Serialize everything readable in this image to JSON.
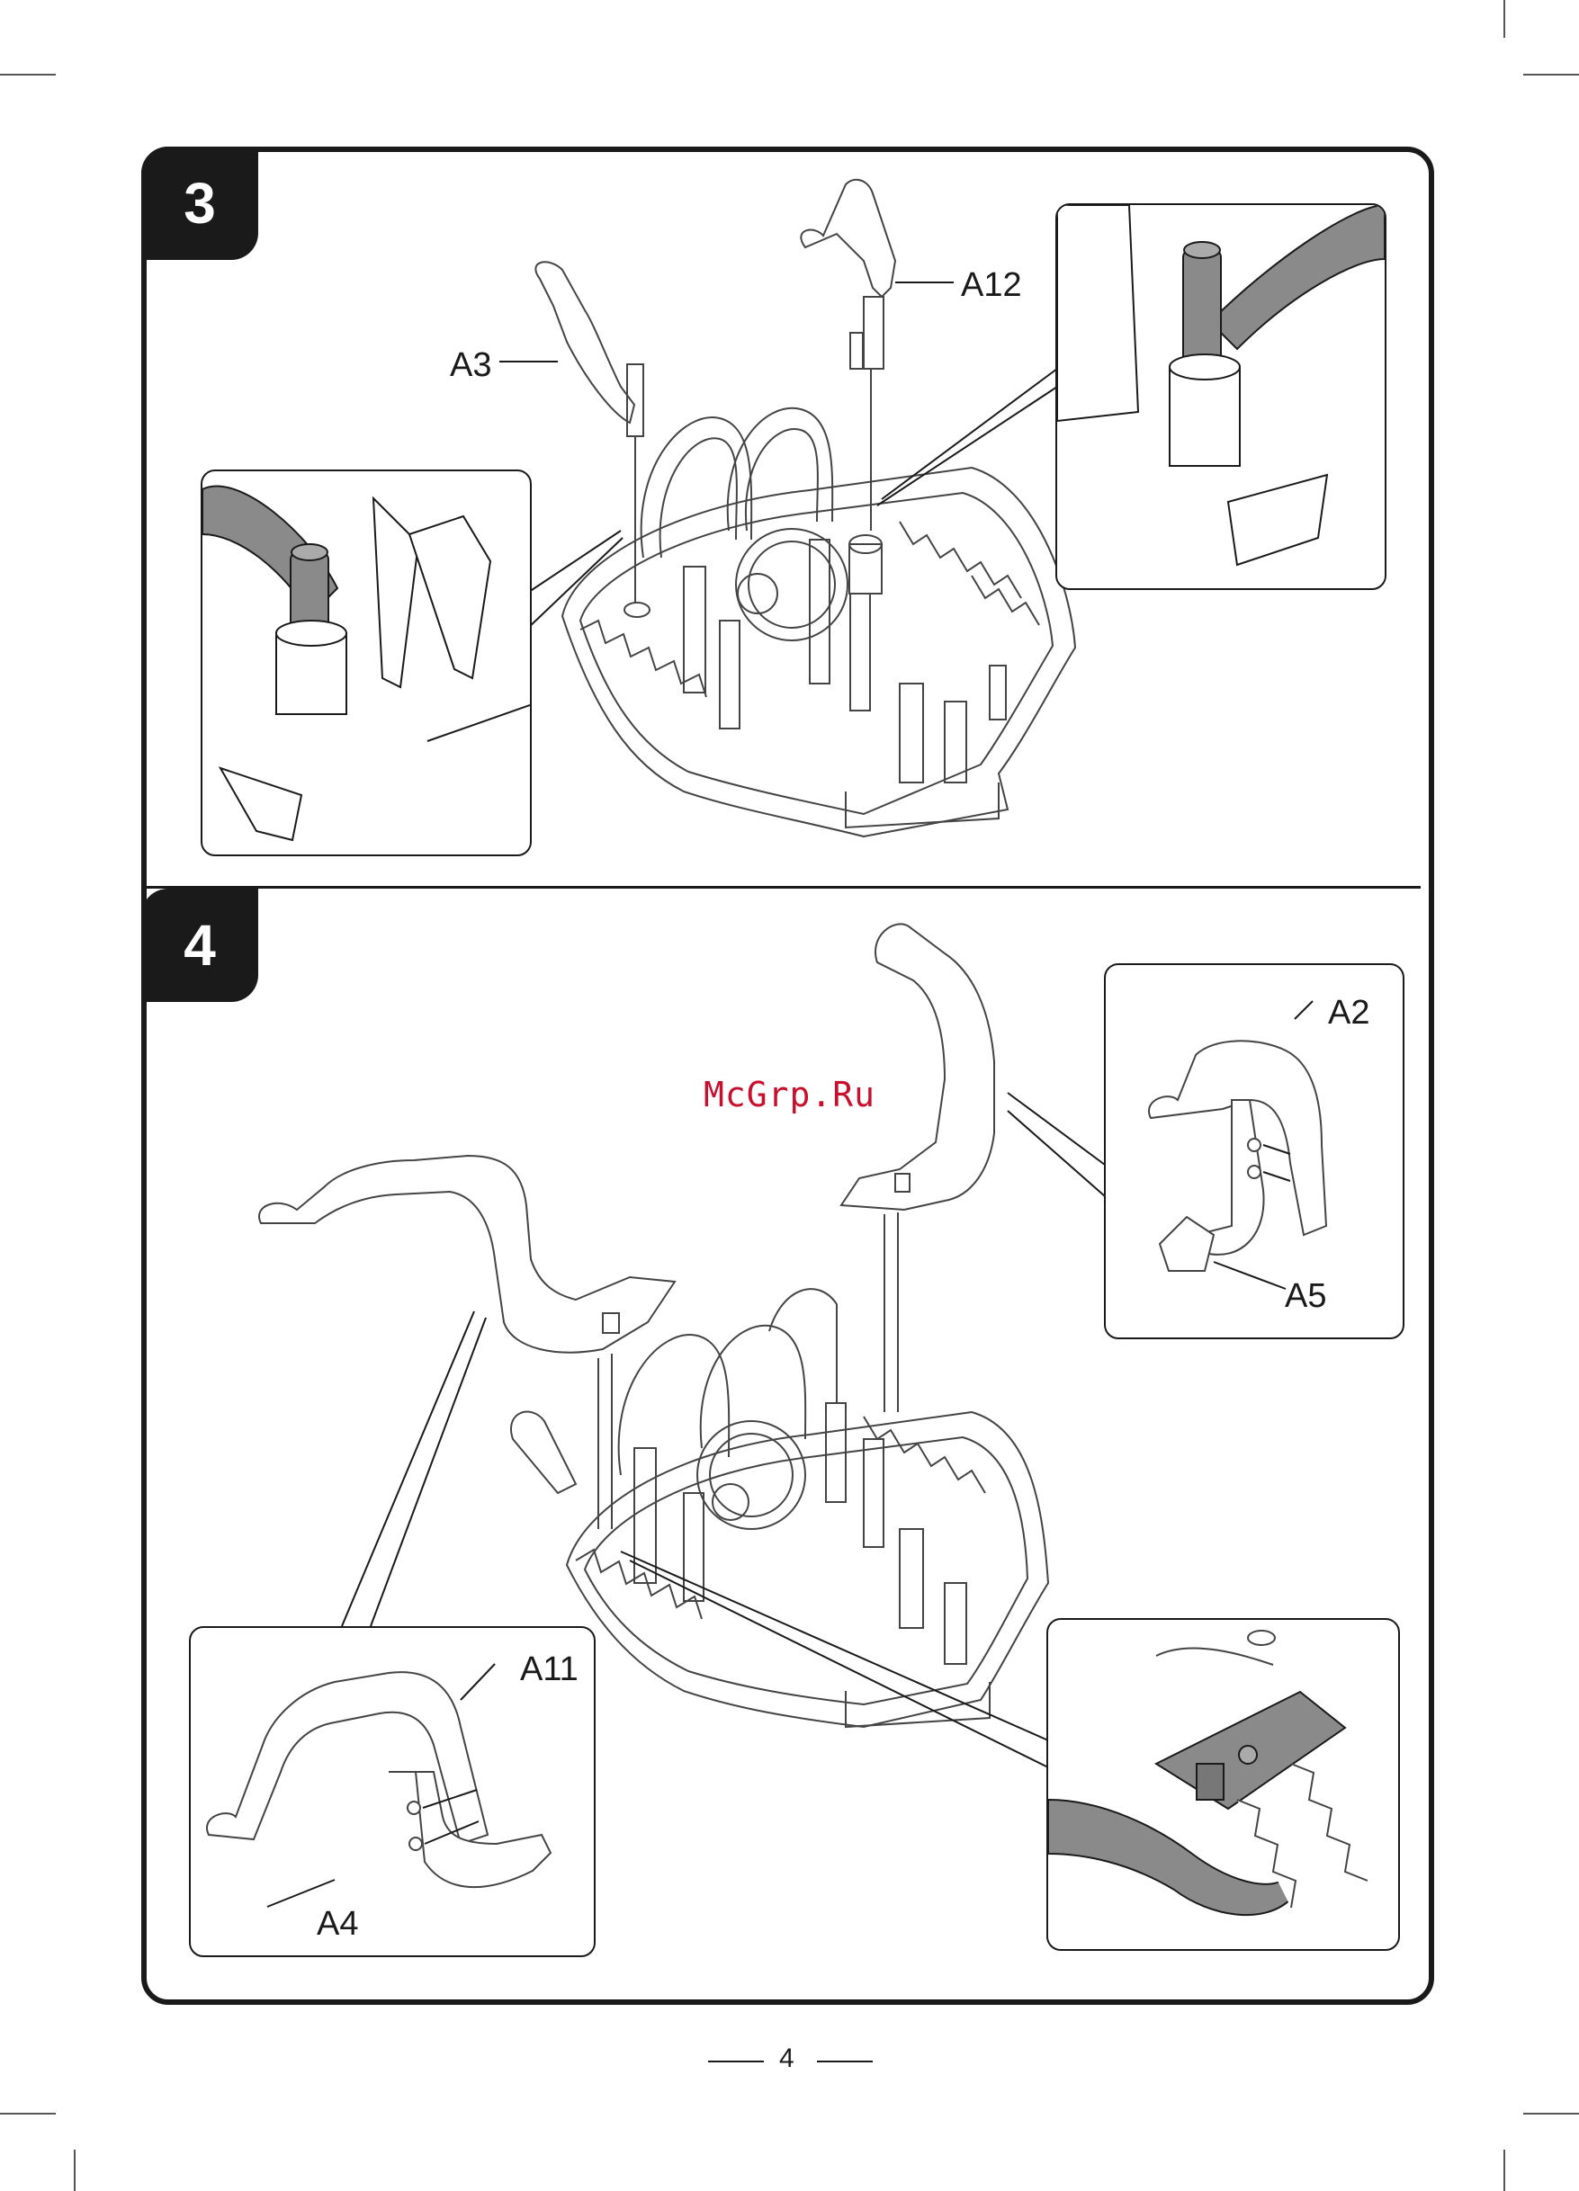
{
  "steps": [
    {
      "number": "3",
      "labels": [
        "A3",
        "A12"
      ]
    },
    {
      "number": "4",
      "labels": [
        "A2",
        "A5",
        "A11",
        "A4"
      ]
    }
  ],
  "watermark": "McGrp.Ru",
  "page_number": "4",
  "colors": {
    "ink": "#1a1a1a",
    "grey_part": "#8a8a8a",
    "watermark": "#c8102e"
  }
}
